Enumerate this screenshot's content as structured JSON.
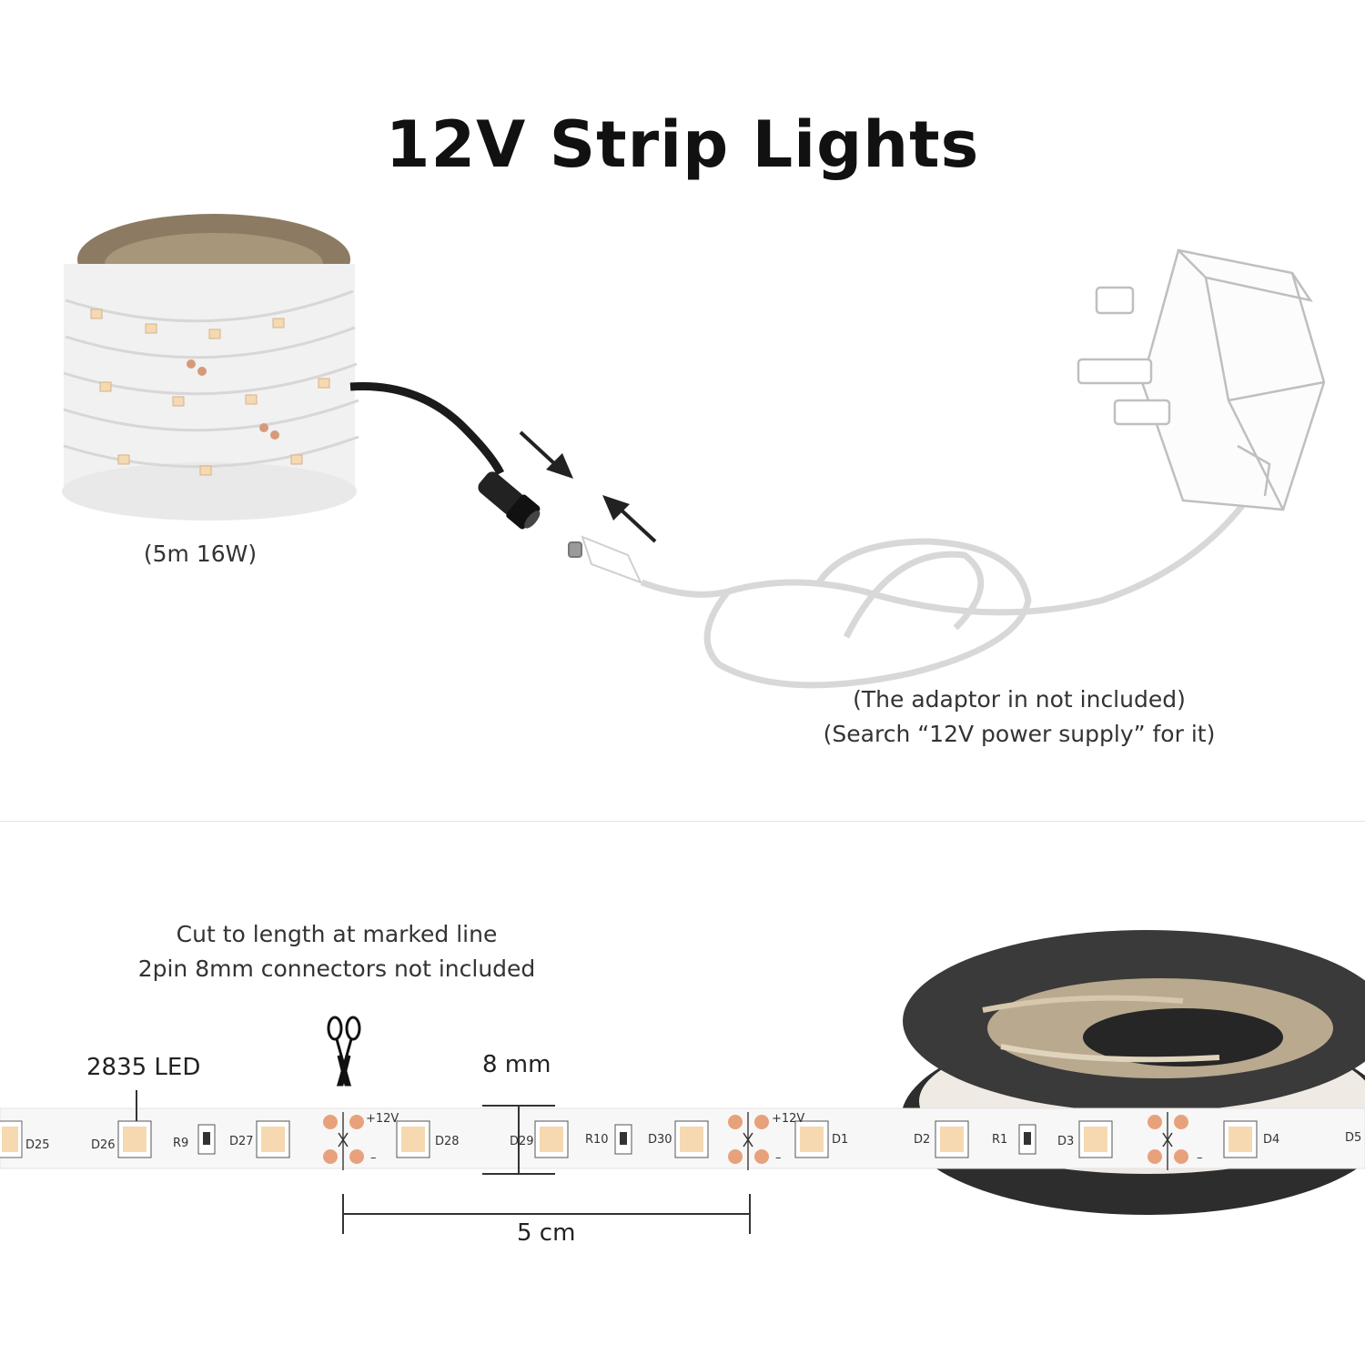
{
  "title": "12V Strip Lights",
  "coil_label": "(5m 16W)",
  "adaptor_notes": [
    "(The adaptor in not included)",
    "(Search “12V power supply” for it)"
  ],
  "cut_notes": [
    "Cut to length at marked line",
    "2pin 8mm connectors not included"
  ],
  "led_label": "2835 LED",
  "width_label": "8 mm",
  "segment_label": "5 cm",
  "strip_markings": {
    "d25": "D25",
    "d26": "D26",
    "r9": "R9",
    "d27": "D27",
    "plus12_a": "+12V",
    "minus_a": "–",
    "d28": "D28",
    "d29": "D29",
    "r10": "R10",
    "d30": "D30",
    "plus12_b": "+12V",
    "minus_b": "–",
    "d1": "D1",
    "d2": "D2",
    "r1": "R1",
    "d3": "D3",
    "minus_c": "–",
    "d4": "D4",
    "d5": "D5"
  },
  "colors": {
    "led": "#f6d9b0",
    "pad": "#e7a27c",
    "strip": "#f7f7f7",
    "reel": "#3b3b3b"
  }
}
